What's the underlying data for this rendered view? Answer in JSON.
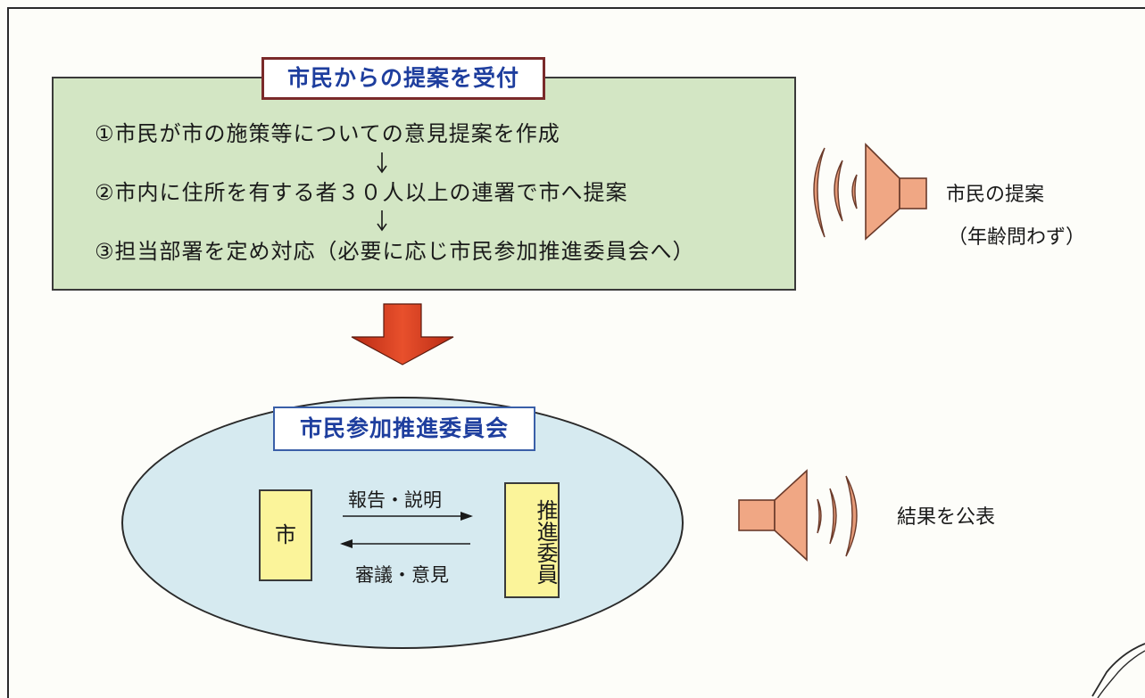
{
  "intake": {
    "title": "市民からの提案を受付",
    "steps": [
      "①市民が市の施策等についての意見提案を作成",
      "②市内に住所を有する者３０人以上の連署で市へ提案",
      "③担当部署を定め対応（必要に応じ市民参加推進委員会へ）"
    ]
  },
  "committee": {
    "title": "市民参加推進委員会",
    "city_label": "市",
    "promoter_label": "推進委員",
    "report_label": "報告・説明",
    "deliberation_label": "審議・意見"
  },
  "side": {
    "proposal_label": "市民の提案",
    "age_label": "（年齢問わず）",
    "publish_label": "結果を公表"
  },
  "colors": {
    "intake_fill": "#d3e6c4",
    "committee_fill": "#d6eaf0",
    "title_text": "#1e3e9e",
    "big_arrow": "#d23a1e",
    "speaker_fill": "#f0a784",
    "member_box_fill": "#fbf49a"
  }
}
